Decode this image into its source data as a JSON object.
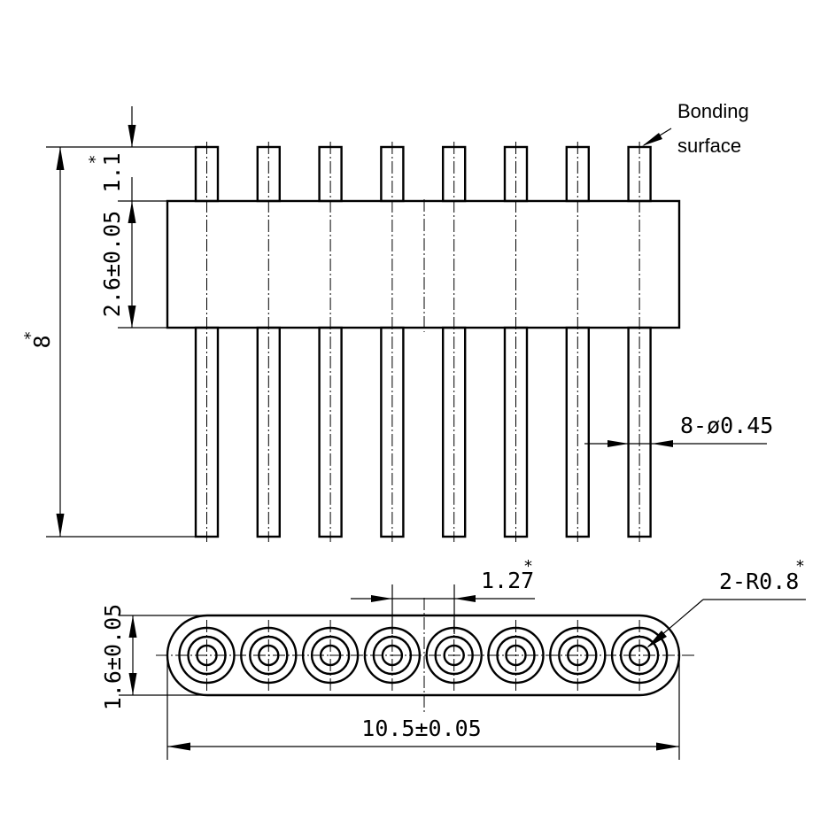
{
  "drawing": {
    "pin_count": 8,
    "labels": {
      "bonding_line1": "Bonding",
      "bonding_line2": "surface",
      "pin_stub_height": "1.1",
      "body_height": "2.6±0.05",
      "total_height": "8",
      "pin_diameter": "8-ø0.45",
      "pitch": "1.27",
      "end_radius": "2-R0.8",
      "width": "1.6±0.05",
      "length": "10.5±0.05",
      "star": "*"
    }
  }
}
